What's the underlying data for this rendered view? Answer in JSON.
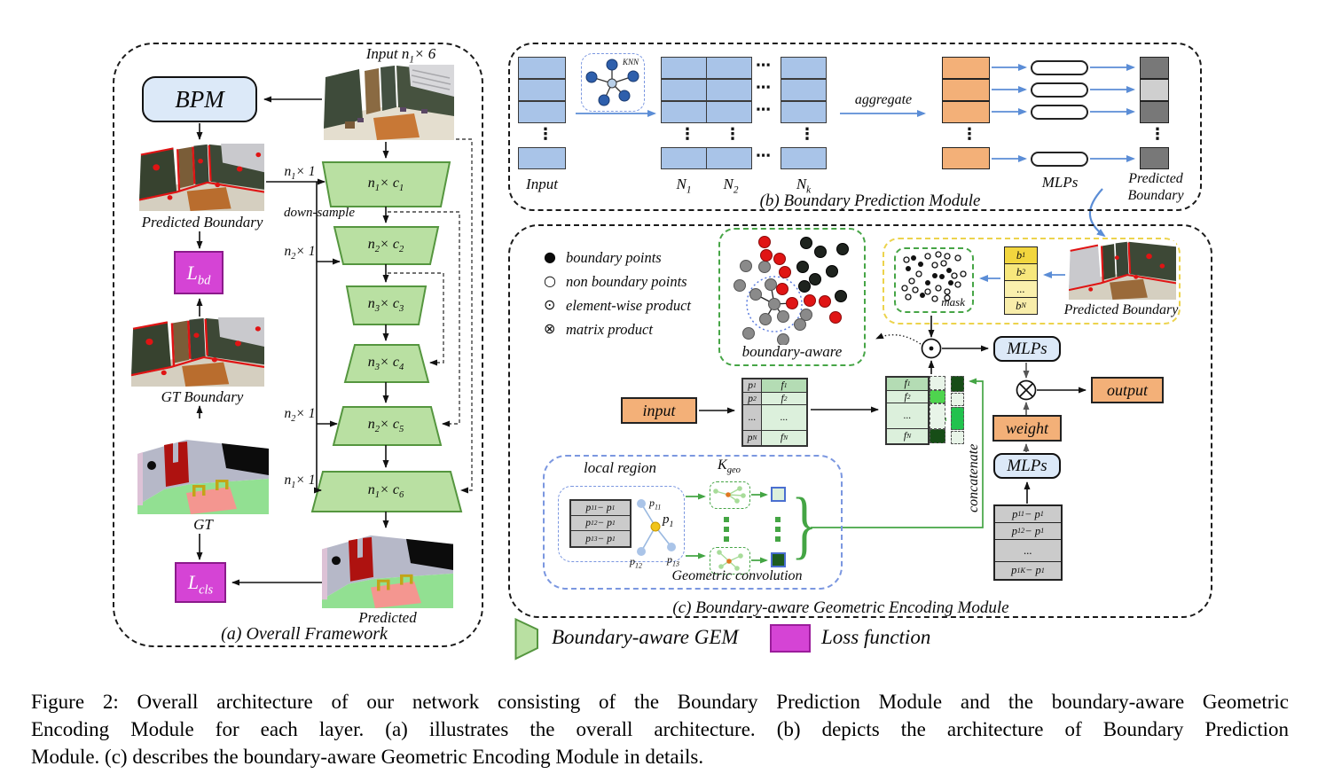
{
  "figure": {
    "caption_lines": [
      "Figure 2: Overall architecture of our network consisting of the Boundary Prediction Module and the boundary-aware Geometric",
      "Encoding Module for each layer. (a) illustrates the overall architecture. (b) depicts the architecture of Boundary Prediction",
      "Module. (c) describes the boundary-aware Geometric Encoding Module in details."
    ]
  },
  "sym": {
    "vdots": "⋮",
    "hdots": "⋯"
  },
  "colors": {
    "module_green": "#b9e0a2",
    "module_green_border": "#55963f",
    "loss_magenta": "#d544d5",
    "cell_blue": "#a9c4e8",
    "accent_blue": "#5b8dd6",
    "box_blue": "#dce9f8",
    "orange": "#f3b078",
    "mask_yellow": "#f2d63e",
    "dark_green": "#174d17",
    "bright_green": "#44cf44",
    "boundary_red": "#e01414"
  },
  "panel_a": {
    "caption": "(a) Overall Framework",
    "input_label": "Input  n_{1}× 6",
    "bpm_label": "BPM",
    "predicted_boundary_label": "Predicted Boundary",
    "loss_bd": "L_{bd}",
    "gt_boundary_label": "GT Boundary",
    "gt_label": "GT",
    "loss_cls": "L_{cls}",
    "predicted_label": "Predicted",
    "downsample_label": "down-sample",
    "branches": [
      "n_{1}× 1",
      "n_{2}× 1",
      "n_{2}× 1",
      "n_{1}× 1"
    ],
    "trapezoids": [
      "n_{1}× c_{1}",
      "n_{2}× c_{2}",
      "n_{3}× c_{3}",
      "n_{3}× c_{4}",
      "n_{2}× c_{5}",
      "n_{1}× c_{6}"
    ]
  },
  "panel_b": {
    "caption": "(b) Boundary Prediction Module",
    "input_label": "Input",
    "knn_label": "KNN",
    "aggregate_label": "aggregate",
    "col_labels": [
      "N_{1}",
      "N_{2}",
      "N_{k}"
    ],
    "mlps_label": "MLPs",
    "predicted_boundary_line1": "Predicted",
    "predicted_boundary_line2": "Boundary"
  },
  "panel_c": {
    "caption": "(c) Boundary-aware Geometric Encoding Module",
    "legend": [
      {
        "icon": "●",
        "label": "boundary points"
      },
      {
        "icon": "○",
        "label": "non boundary points"
      },
      {
        "icon": "⊙",
        "label": "element-wise product"
      },
      {
        "icon": "⊗",
        "label": "matrix product"
      }
    ],
    "boundary_aware_label": "boundary-aware",
    "mask_label": "mask",
    "b_cells": [
      "b_{1}",
      "b_{2}",
      "...",
      "b_{N}"
    ],
    "predicted_boundary_label": "Predicted Boundary",
    "input_box": "input",
    "p_cells": [
      "p_{1}",
      "p_{2}",
      "...",
      "p_{N}"
    ],
    "f_cells": [
      "f_{1}",
      "f_{2}",
      "...",
      "f_{N}"
    ],
    "f2_cells": [
      "f_{1}",
      "f_{2}",
      "...",
      "f_{N}"
    ],
    "mlps1_label": "MLPs",
    "mlps2_label": "MLPs",
    "weight_label": "weight",
    "output_label": "output",
    "concatenate_label": "concatenate",
    "offset_table": [
      "p_{11} − p_{1}",
      "p_{12} − p_{1}",
      "...",
      "p_{1K} − p_{1}"
    ],
    "local_region_label": "local region",
    "kgeo_label": "K_{geo}",
    "local_table": [
      "p_{11} − p_{1}",
      "p_{12} − p_{1}",
      "p_{13} − p_{1}"
    ],
    "point_labels": [
      "p_{11}",
      "p_{1}",
      "p_{12}",
      "p_{13}"
    ],
    "geo_conv_label": "Geometric convolution"
  },
  "legend_bottom": {
    "gem_label": "Boundary-aware GEM",
    "loss_label": "Loss function"
  }
}
